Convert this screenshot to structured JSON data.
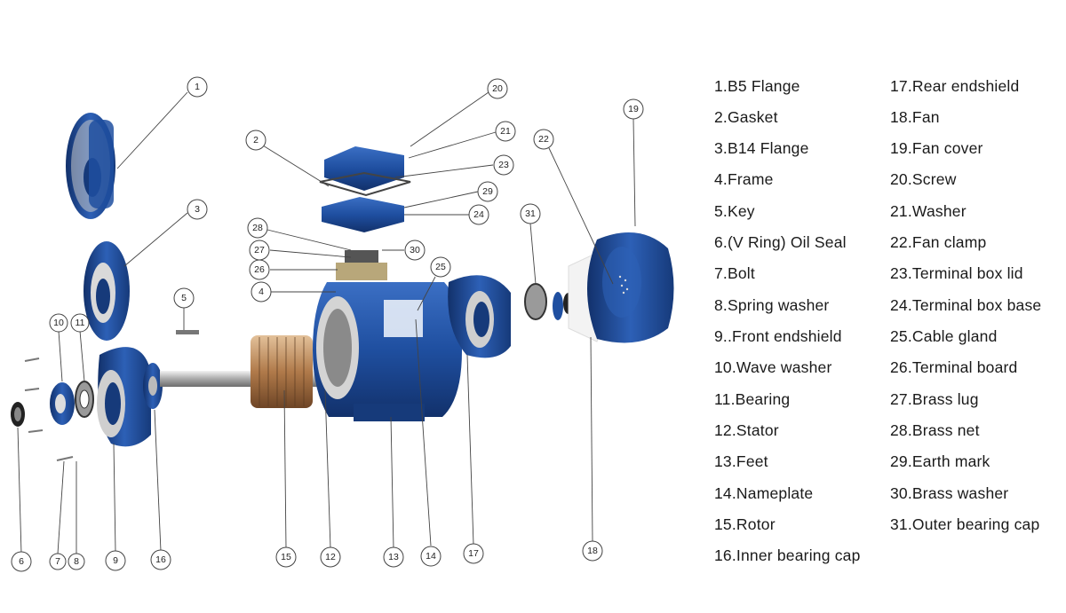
{
  "callouts": [
    "1",
    "2",
    "3",
    "4",
    "5",
    "6",
    "7",
    "8",
    "9",
    "10",
    "11",
    "12",
    "13",
    "14",
    "15",
    "16",
    "17",
    "18",
    "19",
    "20",
    "21",
    "22",
    "23",
    "24",
    "25",
    "26",
    "27",
    "28",
    "29",
    "30",
    "31"
  ],
  "legend": {
    "left": [
      "1.B5 Flange",
      "2.Gasket",
      "3.B14 Flange",
      "4.Frame",
      "5.Key",
      "6.(V Ring) Oil Seal",
      "7.Bolt",
      "8.Spring washer",
      "9..Front endshield",
      "10.Wave washer",
      "11.Bearing",
      "12.Stator",
      "13.Feet",
      "14.Nameplate",
      "15.Rotor",
      "16.Inner bearing cap"
    ],
    "right": [
      "17.Rear endshield",
      "18.Fan",
      "19.Fan cover",
      "20.Screw",
      "21.Washer",
      "22.Fan clamp",
      "23.Terminal box lid",
      "24.Terminal box base",
      "25.Cable gland",
      "26.Terminal board",
      "27.Brass lug",
      "28.Brass net",
      "29.Earth mark",
      "30.Brass washer",
      "31.Outer bearing cap"
    ]
  },
  "colors": {
    "motor_blue": "#1f4fa0",
    "motor_dark": "#163a7a",
    "copper": "#b07a4a",
    "metal": "#c8c8c8"
  }
}
